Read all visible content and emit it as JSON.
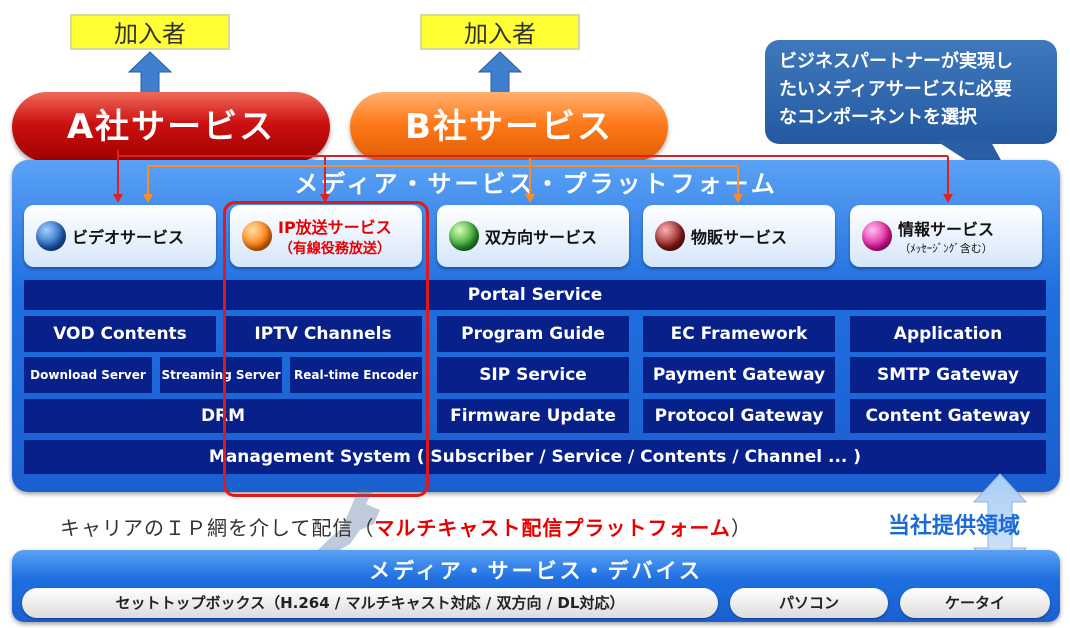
{
  "subscribers": [
    "加入者",
    "加入者"
  ],
  "services": {
    "a": "A社サービス",
    "b": "B社サービス"
  },
  "callout": [
    "ビジネスパートナーが実現し",
    "たいメディアサービスに必要",
    "なコンポーネントを選択"
  ],
  "platform": {
    "title": "メディア・サービス・プラットフォーム",
    "service_cards": [
      {
        "label": "ビデオサービス",
        "sub": "",
        "color": "#1f5fb8"
      },
      {
        "label": "IP放送サービス",
        "sub": "（有線役務放送）",
        "color": "#ff7a10"
      },
      {
        "label": "双方向サービス",
        "sub": "",
        "color": "#2e9e2e"
      },
      {
        "label": "物販サービス",
        "sub": "",
        "color": "#8a1a1a"
      },
      {
        "label": "情報サービス",
        "sub": "（ﾒｯｾｰｼﾞﾝｸﾞ含む）",
        "color": "#e01a9a"
      }
    ],
    "portal": "Portal Service",
    "vod": "VOD Contents",
    "iptv": "IPTV Channels",
    "download": "Download Server",
    "streaming": "Streaming Server",
    "encoder": "Real-time Encoder",
    "drm": "DRM",
    "program_guide": "Program Guide",
    "sip": "SIP Service",
    "firmware": "Firmware Update",
    "ec": "EC Framework",
    "payment": "Payment Gateway",
    "protocol": "Protocol Gateway",
    "application": "Application",
    "smtp": "SMTP Gateway",
    "content_gw": "Content Gateway",
    "management": "Management System ( Subscriber / Service / Contents / Channel ... )"
  },
  "delivery": {
    "prefix": "キャリアのＩＰ網を介して配信（",
    "highlight": "マルチキャスト配信プラットフォーム",
    "suffix": "）"
  },
  "provided_area": "当社提供領域",
  "devices": {
    "title": "メディア・サービス・デバイス",
    "items": [
      "セットトップボックス（H.264 / マルチキャスト対応 / 双方向 / DL対応）",
      "パソコン",
      "ケータイ"
    ]
  },
  "colors": {
    "red": "#e60000",
    "navy": "#08208a",
    "accent_blue": "#1b6ad8"
  }
}
